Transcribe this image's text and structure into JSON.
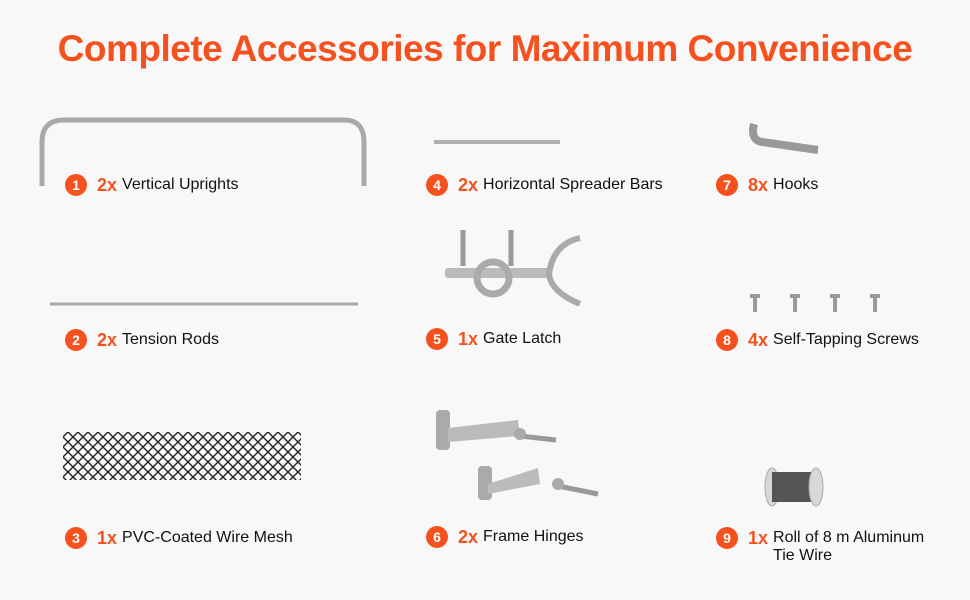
{
  "title": "Complete Accessories for Maximum Convenience",
  "accent": "#f4511e",
  "items": [
    {
      "num": "1",
      "qty": "2x",
      "name": "Vertical Uprights"
    },
    {
      "num": "2",
      "qty": "2x",
      "name": "Tension Rods"
    },
    {
      "num": "3",
      "qty": "1x",
      "name": "PVC-Coated Wire Mesh"
    },
    {
      "num": "4",
      "qty": "2x",
      "name": "Horizontal Spreader Bars"
    },
    {
      "num": "5",
      "qty": "1x",
      "name": "Gate Latch"
    },
    {
      "num": "6",
      "qty": "2x",
      "name": "Frame Hinges"
    },
    {
      "num": "7",
      "qty": "8x",
      "name": "Hooks"
    },
    {
      "num": "8",
      "qty": "4x",
      "name": "Self-Tapping Screws"
    },
    {
      "num": "9",
      "qty": "1x",
      "name": "Roll of 8 m Aluminum",
      "name2": "Tie Wire"
    }
  ]
}
